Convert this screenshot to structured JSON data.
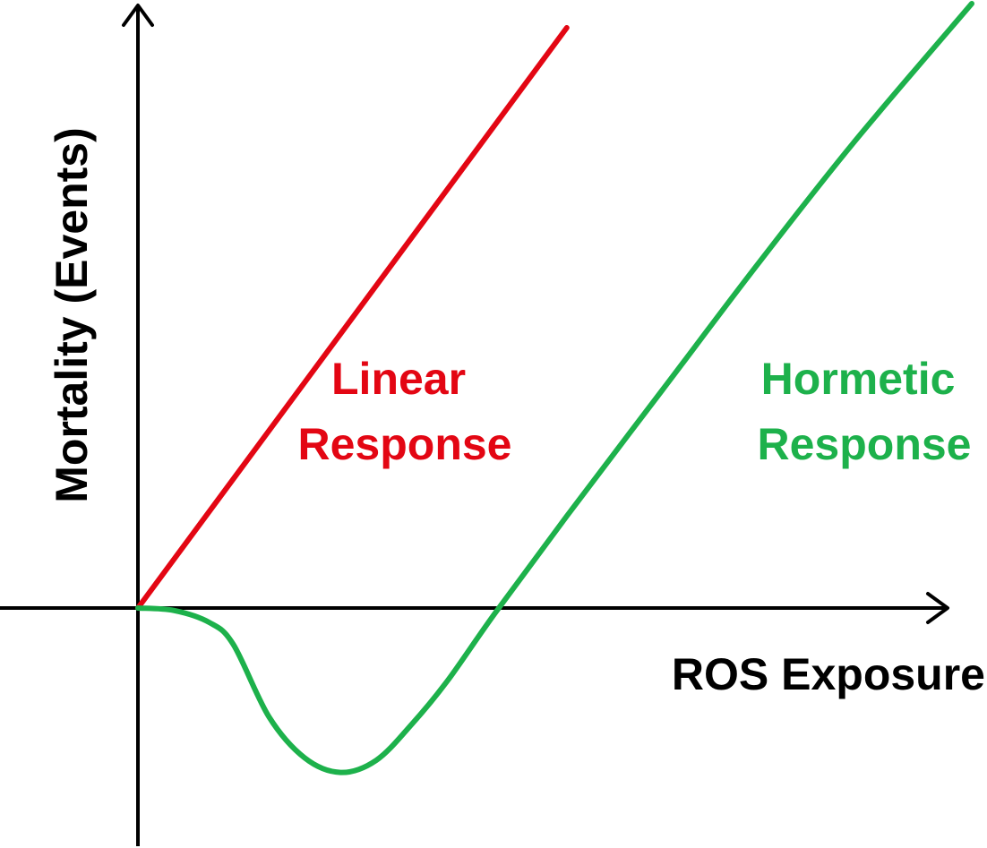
{
  "chart_data": {
    "type": "line",
    "xlabel": "ROS Exposure",
    "ylabel": "Mortality (Events)",
    "xlim": [
      -0.6,
      3.5
    ],
    "ylim": [
      -1.02,
      2.5
    ],
    "grid": false,
    "legend": "none",
    "series": [
      {
        "name": "Linear Response",
        "label_lines": [
          "Linear",
          "Response"
        ],
        "color": "#e30613",
        "x": [
          0,
          1.8
        ],
        "y": [
          0,
          2.4
        ]
      },
      {
        "name": "Hormetic Response",
        "label_lines": [
          "Hormetic",
          "Response"
        ],
        "color": "#1db14b",
        "x": [
          0,
          0.15,
          0.3,
          0.4,
          0.55,
          0.7,
          0.85,
          1.0,
          1.15,
          1.3,
          1.5,
          1.8,
          2.2,
          2.6,
          3.0,
          3.5
        ],
        "y": [
          0,
          -0.01,
          -0.06,
          -0.15,
          -0.45,
          -0.62,
          -0.68,
          -0.63,
          -0.48,
          -0.3,
          -0.02,
          0.38,
          0.9,
          1.42,
          1.92,
          2.5
        ]
      }
    ]
  }
}
